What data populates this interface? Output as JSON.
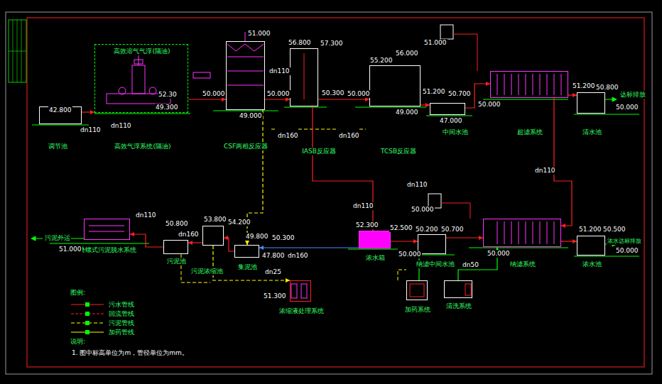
{
  "diagram": {
    "nodes": [
      {
        "text": [
          "调节池"
        ]
      },
      {
        "text": [
          "高效溶气气浮(隔油)",
          "高效气浮系统(隔油)"
        ]
      },
      {
        "text": [
          "CSF两相反应器"
        ]
      },
      {
        "text": [
          "IASB反应器"
        ]
      },
      {
        "text": [
          "TCSB反应器"
        ]
      },
      {
        "text": [
          "中间水池"
        ]
      },
      {
        "text": [
          "超滤系统"
        ]
      },
      {
        "text": [
          "清水池"
        ]
      },
      {
        "text": [
          "纳滤系统"
        ]
      },
      {
        "text": [
          "浓水池"
        ]
      },
      {
        "text": [
          "纳滤中间水池"
        ]
      },
      {
        "text": [
          "浓水箱"
        ]
      },
      {
        "text": [
          "浓缩液处理系统"
        ]
      },
      {
        "text": [
          "集泥池"
        ]
      },
      {
        "text": [
          "污泥浓缩池"
        ]
      },
      {
        "text": [
          "污泥池"
        ]
      },
      {
        "text": [
          "叠螺式污泥脱水系统"
        ]
      },
      {
        "text": [
          "加药系统"
        ]
      },
      {
        "text": [
          "清洗系统"
        ]
      }
    ],
    "edges": [
      {
        "from": 0,
        "to": 1,
        "arrow": "to"
      },
      {
        "from": 1,
        "to": 2,
        "arrow": "to"
      },
      {
        "from": 2,
        "to": 3,
        "arrow": "to"
      },
      {
        "from": 3,
        "to": 4,
        "arrow": "to"
      },
      {
        "from": 4,
        "to": 5,
        "arrow": "to"
      },
      {
        "from": 5,
        "to": 6,
        "arrow": "to"
      },
      {
        "from": 6,
        "to": 7,
        "arrow": "to"
      },
      {
        "from": 6,
        "to": 8,
        "arrow": "to"
      },
      {
        "from": 8,
        "to": 9,
        "arrow": "to"
      },
      {
        "from": 10,
        "to": 8,
        "arrow": "to"
      },
      {
        "from": 11,
        "to": 10,
        "arrow": "to"
      },
      {
        "from": 3,
        "to": 11,
        "arrow": "to"
      },
      {
        "from": 2,
        "to": 13,
        "arrow": "to"
      },
      {
        "from": 11,
        "to": 13,
        "arrow": "to"
      },
      {
        "from": 13,
        "to": 14,
        "arrow": "to"
      },
      {
        "from": 14,
        "to": 15,
        "arrow": "to"
      },
      {
        "from": 15,
        "to": 16,
        "arrow": "to"
      },
      {
        "from": 14,
        "to": 12,
        "arrow": "to"
      },
      {
        "from": 17,
        "to": 10,
        "arrow": "to"
      },
      {
        "from": 18,
        "to": 8,
        "arrow": "to"
      }
    ],
    "labels": [
      "42.800",
      "dn110",
      "dn110",
      "49.300",
      "52.30",
      "50.000",
      "49.000",
      "51.000",
      "dn110",
      "56.800",
      "57.300",
      "50.300",
      "50.000",
      "dn160",
      "dn160",
      "50.000",
      "56.000",
      "55.200",
      "49.000",
      "51.000",
      "51.200",
      "50.700",
      "47.000",
      "50.000",
      "51.200",
      "50.800",
      "50.000",
      "达标排放",
      "污泥外运",
      "51.000",
      "50.800",
      "dn160",
      "dn110",
      "53.800",
      "54.200",
      "49.800",
      "47.800",
      "50.300",
      "dn160",
      "dn25",
      "51.300",
      "52.300",
      "52.500",
      "50.000",
      "dn110",
      "dn110",
      "50.000",
      "50.200",
      "50.700",
      "dn50",
      "50.000",
      "51.200",
      "50.500",
      "浓水达标排放",
      "50.000",
      "dn110",
      "图例:",
      "说明:",
      "1. 图中标高单位为m，管径单位为mm。"
    ],
    "legend": [
      {
        "text": "污水管线"
      },
      {
        "text": "回流管线"
      },
      {
        "text": "污泥管线"
      },
      {
        "text": "加药管线"
      }
    ]
  }
}
